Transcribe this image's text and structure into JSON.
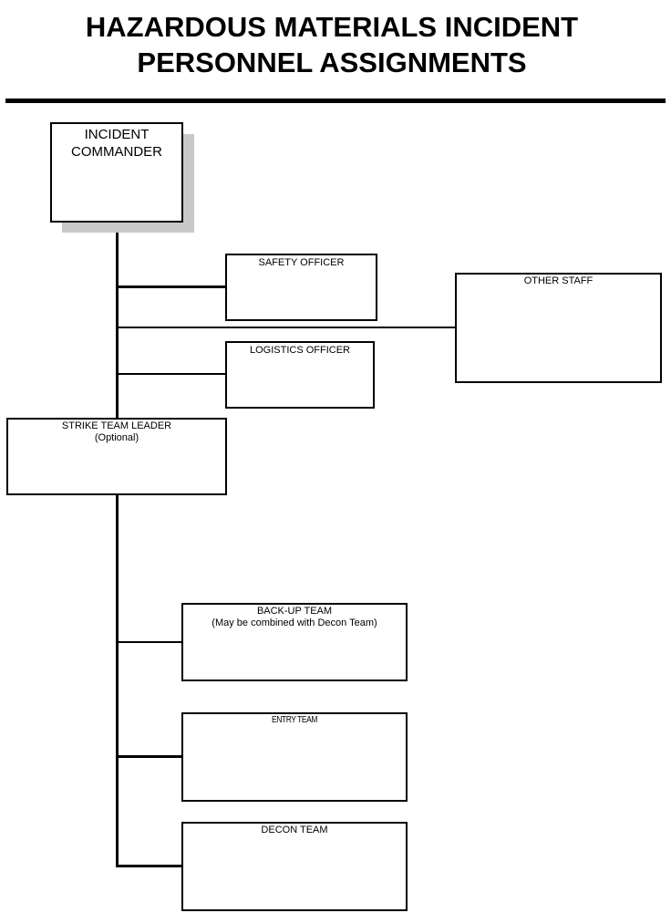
{
  "title": {
    "line1": "HAZARDOUS MATERIALS INCIDENT",
    "line2": "PERSONNEL ASSIGNMENTS"
  },
  "boxes": {
    "incident_commander": {
      "line1": "INCIDENT",
      "line2": "COMMANDER"
    },
    "safety_officer": {
      "label": "SAFETY OFFICER"
    },
    "other_staff": {
      "label": "OTHER STAFF"
    },
    "logistics_officer": {
      "label": "LOGISTICS OFFICER"
    },
    "strike_team_leader": {
      "line1": "STRIKE TEAM LEADER",
      "line2": "(Optional)"
    },
    "backup_team": {
      "line1": "BACK-UP TEAM",
      "line2": "(May be combined with Decon Team)"
    },
    "entry_team": {
      "label": "ENTRY TEAM"
    },
    "decon_team": {
      "label": "DECON TEAM"
    }
  },
  "colors": {
    "shadow": "#c8c8c8",
    "line": "#000000"
  }
}
